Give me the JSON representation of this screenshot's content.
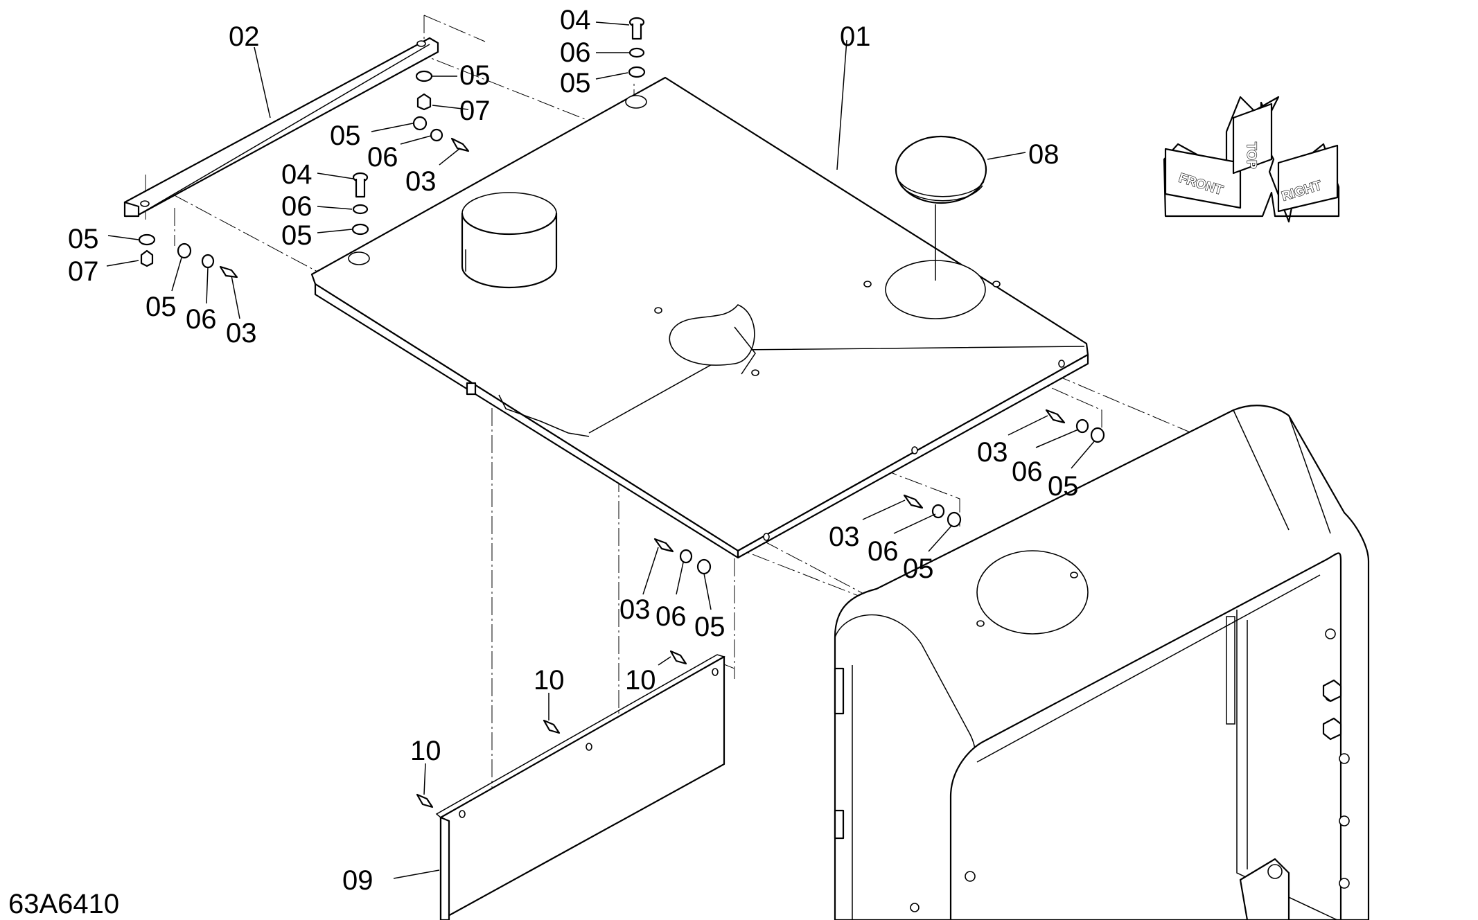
{
  "drawing_number": "63A6410",
  "orientation": {
    "top": "TOP",
    "front": "FRONT",
    "right": "RIGHT"
  },
  "callouts": {
    "p01": "01",
    "p02": "02",
    "p04_top": "04",
    "p06_top": "06",
    "p05_top": "05",
    "p05_bar_a": "05",
    "p07_bar_a": "07",
    "p05_bar_b": "05",
    "p06_bar_b": "06",
    "p03_bar_b": "03",
    "p04_left": "04",
    "p06_left": "06",
    "p05_left": "05",
    "p05_end": "05",
    "p07_end": "07",
    "p05_low": "05",
    "p06_low": "06",
    "p03_low": "03",
    "p08": "08",
    "p03_r1": "03",
    "p06_r1": "06",
    "p05_r1": "05",
    "p03_r2": "03",
    "p06_r2": "06",
    "p05_r2": "05",
    "p03_c": "03",
    "p06_c": "06",
    "p05_c": "05",
    "p10_a": "10",
    "p10_b": "10",
    "p10_c": "10",
    "p09": "09"
  }
}
